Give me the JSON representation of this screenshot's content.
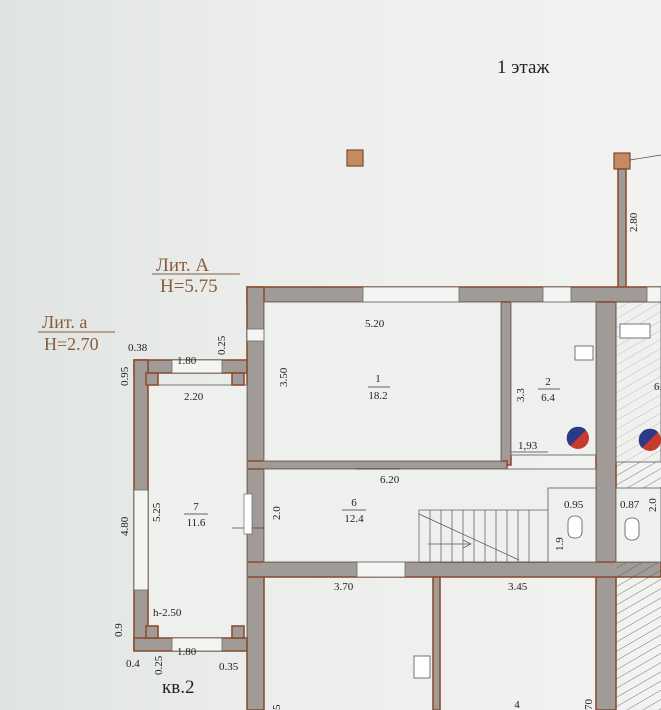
{
  "floor_label": "1 этаж",
  "lit_a_upper": {
    "name": "Лит. А",
    "height": "H=5.75"
  },
  "lit_a_lower": {
    "name": "Лит. а",
    "height": "H=2.70"
  },
  "apartment_label": "кв.2",
  "rooms": [
    {
      "number": "1",
      "area": "18.2"
    },
    {
      "number": "2",
      "area": "6.4"
    },
    {
      "number": "6",
      "area": "12.4"
    },
    {
      "number": "7",
      "area": "11.6"
    },
    {
      "number": "4",
      "area": ""
    }
  ],
  "partial_room_area": "6.",
  "dimensions": {
    "room1_width": "5.20",
    "room1_height": "3.50",
    "room2_height": "3.3",
    "d_1_93": "1,93",
    "d_6_20": "6.20",
    "d_2_0": "2.0",
    "d_3_70": "3.70",
    "d_3_45": "3.45",
    "d_0_95_right": "0.95",
    "d_0_87": "0.87",
    "d_2_0_right": "2.0",
    "d_1_9": "1.9",
    "d_2_80": "2.80",
    "veranda_0_38": "0.38",
    "veranda_1_80_top": "1.80",
    "veranda_0_25_top": "0.25",
    "veranda_0_95": "0.95",
    "veranda_2_20": "2.20",
    "veranda_4_80": "4.80",
    "veranda_5_25": "5.25",
    "veranda_h": "h-2.50",
    "veranda_0_9": "0.9",
    "veranda_0_4": "0.4",
    "veranda_0_25_bottom": "0.25",
    "veranda_1_80_bottom": "1.80",
    "veranda_0_35": "0.35",
    "bottom_5": "5",
    "bottom_70": "70"
  }
}
